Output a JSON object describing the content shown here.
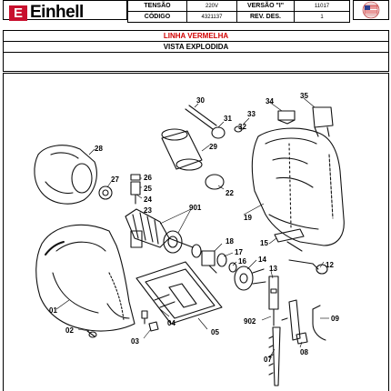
{
  "header": {
    "brand": "Einhell",
    "brand_mark": "E",
    "voltage_label": "TENSÃO",
    "voltage_value": "220V",
    "version_label": "VERSÃO \"I\"",
    "version_value": "11017",
    "code_label": "CÓDIGO",
    "code_value": "4321137",
    "rev_label": "REV. DES.",
    "rev_value": "1"
  },
  "line_title": "LINHA VERMELHA",
  "view_title": "VISTA EXPLODIDA",
  "colors": {
    "accent_red": "#d10000",
    "brand_red": "#c8102e"
  },
  "parts": [
    "01",
    "02",
    "03",
    "04",
    "05",
    "07",
    "08",
    "09",
    "12",
    "13",
    "14",
    "15",
    "16",
    "17",
    "18",
    "19",
    "22",
    "23",
    "24",
    "25",
    "26",
    "27",
    "28",
    "29",
    "30",
    "31",
    "32",
    "33",
    "34",
    "35",
    "901",
    "902"
  ]
}
